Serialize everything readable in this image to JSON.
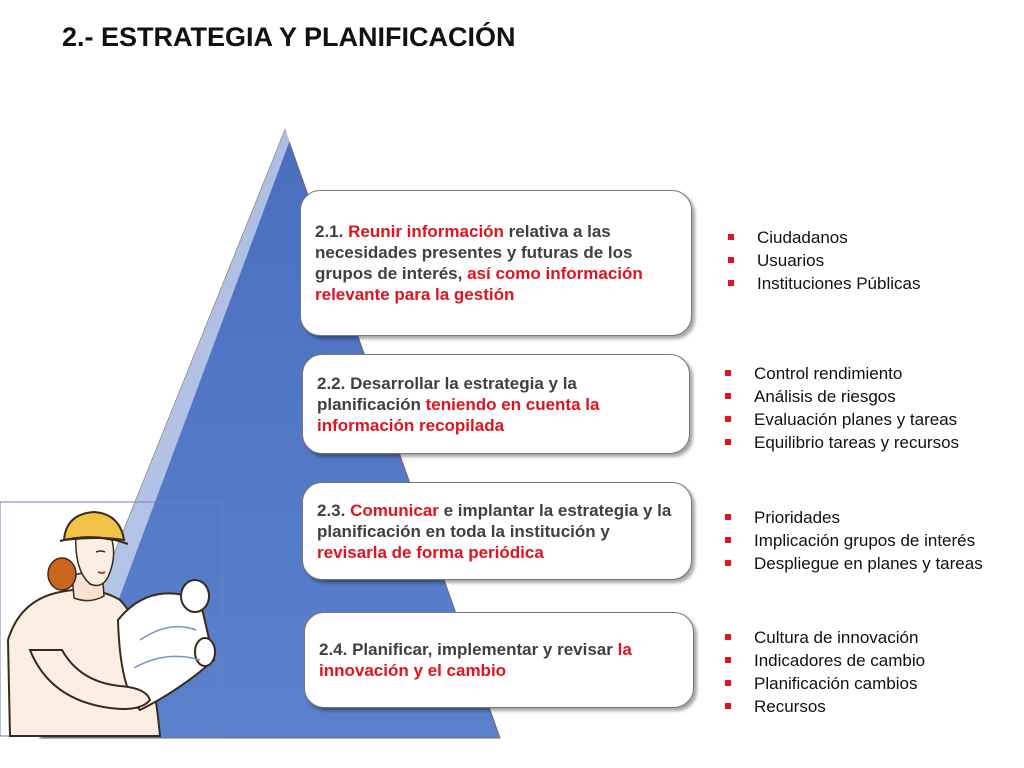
{
  "title": "2.- ESTRATEGIA Y PLANIFICACIÓN",
  "colors": {
    "pyramid": "#5b7fc9",
    "highlight": "#e0141e",
    "text": "#404040",
    "bullet": "#e0141e"
  },
  "steps": [
    {
      "segments": [
        "2.1. ",
        "Reunir información",
        " relativa a las necesidades presentes y futuras de los grupos de interés, ",
        "así como información relevante para la gestión"
      ],
      "bullets": [
        "Ciudadanos",
        "Usuarios",
        "Instituciones Públicas"
      ]
    },
    {
      "segments": [
        "2.2. Desarrollar la estrategia y la planificación ",
        "teniendo en cuenta la información recopilada"
      ],
      "bullets": [
        "Control rendimiento",
        "Análisis de riesgos",
        "Evaluación planes y tareas",
        "Equilibrio tareas y recursos"
      ]
    },
    {
      "segments": [
        "2.3. ",
        "Comunicar",
        " e implantar la estrategia y la planificación en toda la institución y ",
        "revisarla de forma periódica"
      ],
      "bullets": [
        "Prioridades",
        "Implicación grupos de interés",
        "Despliegue en planes y tareas"
      ]
    },
    {
      "segments": [
        "2.4. Planificar, implementar y revisar ",
        "la innovación y el cambio"
      ],
      "bullets": [
        "Cultura de innovación",
        "Indicadores de cambio",
        "Planificación cambios",
        "Recursos"
      ]
    }
  ]
}
